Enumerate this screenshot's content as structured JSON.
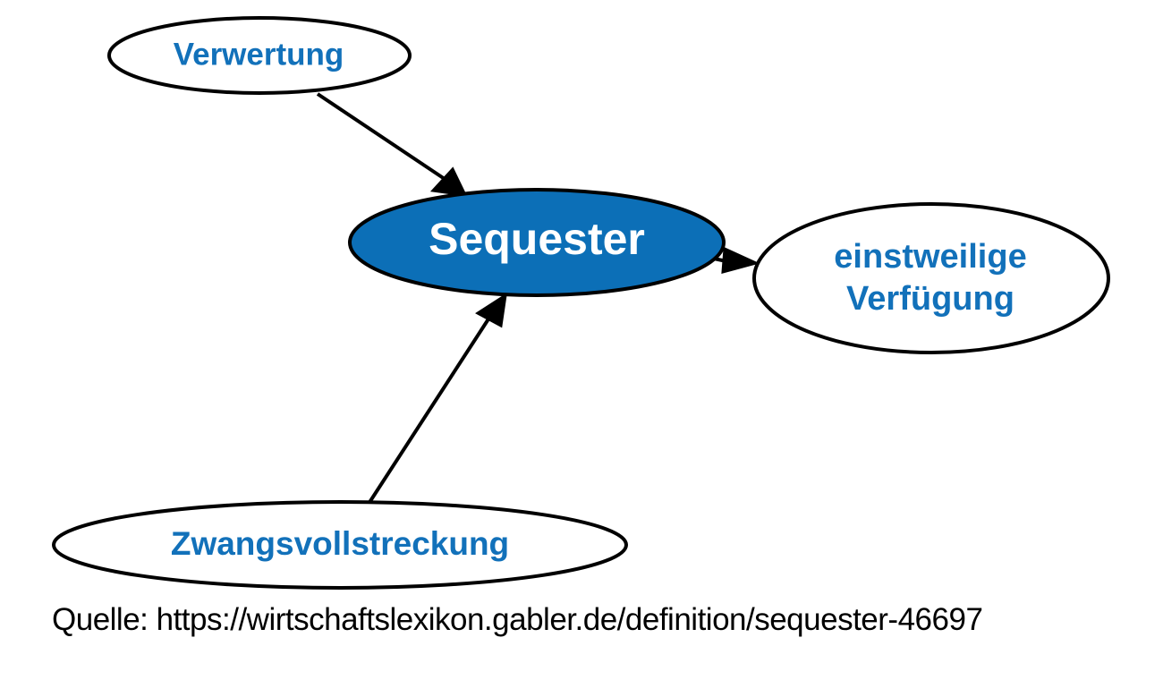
{
  "diagram": {
    "nodes": {
      "verwertung": {
        "label": "Verwertung"
      },
      "sequester": {
        "label": "Sequester"
      },
      "einstweilige": {
        "line1": "einstweilige",
        "line2": "Verfügung"
      },
      "zwangsvollstreckung": {
        "label": "Zwangsvollstreckung"
      }
    },
    "edges": [
      {
        "from": "verwertung",
        "to": "sequester"
      },
      {
        "from": "zwangsvollstreckung",
        "to": "sequester"
      },
      {
        "from": "sequester",
        "to": "einstweilige"
      }
    ]
  },
  "colors": {
    "focus_fill": "#0C6FB7",
    "focus_text": "#FFFFFF",
    "node_fill": "#FFFFFF",
    "node_text": "#1271BA",
    "outline": "#000000"
  },
  "caption": "Quelle: https://wirtschaftslexikon.gabler.de/definition/sequester-46697"
}
